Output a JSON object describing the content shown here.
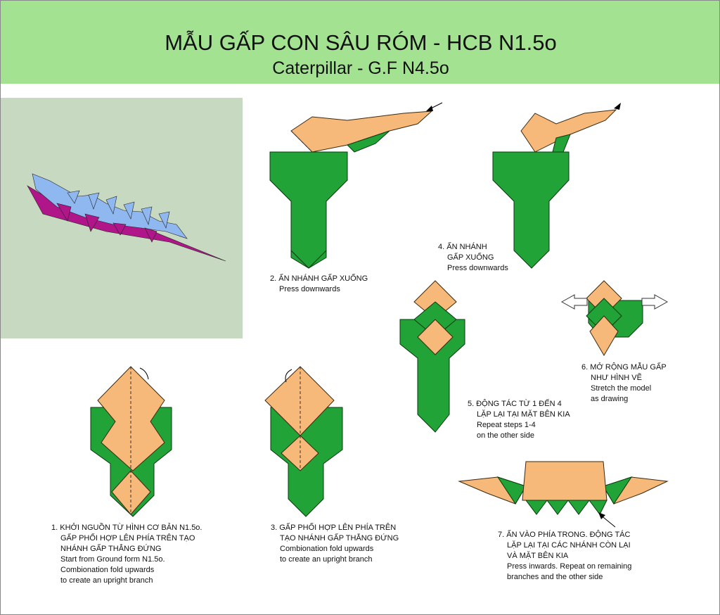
{
  "header": {
    "title": "MẪU GẤP CON SÂU RÓM - HCB N1.5o",
    "subtitle": "Caterpillar - G.F N4.5o"
  },
  "colors": {
    "header_bg": "#a3e291",
    "paper_green": "#21a337",
    "paper_tan": "#f6b97a",
    "photo_bg": "#c8d9c1"
  },
  "steps": [
    {
      "lines": [
        "1. KHỞI NGUỒN TỪ HÌNH CƠ BẢN N1.5o.",
        "GẤP PHỐI HỢP LÊN PHÍA TRÊN TẠO",
        "NHÁNH GẤP THẲNG ĐỨNG",
        "Start from Ground form N1.5o.",
        "Combionation fold upwards",
        "to create an upright branch"
      ]
    },
    {
      "lines": [
        "2. ẤN NHÁNH GẤP XUỐNG",
        "Press downwards"
      ]
    },
    {
      "lines": [
        "3. GẤP PHỐI HỢP LÊN PHÍA TRÊN",
        "TẠO NHÁNH GẤP THẲNG ĐỨNG",
        "Combionation fold upwards",
        "to create an upright branch"
      ]
    },
    {
      "lines": [
        "4. ẤN NHÁNH",
        "GẤP XUỐNG",
        "Press downwards"
      ]
    },
    {
      "lines": [
        "5. ĐỘNG TÁC TỪ 1 ĐẾN 4",
        "LẶP LẠI TẠI MẶT BÊN KIA",
        "Repeat steps 1-4",
        "on the other side"
      ]
    },
    {
      "lines": [
        "6. MỞ RỘNG MẪU GẤP",
        "NHƯ HÌNH VẼ",
        "Stretch the model",
        "as drawing"
      ]
    },
    {
      "lines": [
        "7. ẤN VÀO PHÍA TRONG. ĐỘNG TÁC",
        "LẶP LẠI TẠI CÁC NHÁNH CÒN LẠI",
        "VÀ MẶT BÊN KIA",
        "Press inwards. Repeat on remaining",
        "branches and the other side"
      ]
    }
  ]
}
